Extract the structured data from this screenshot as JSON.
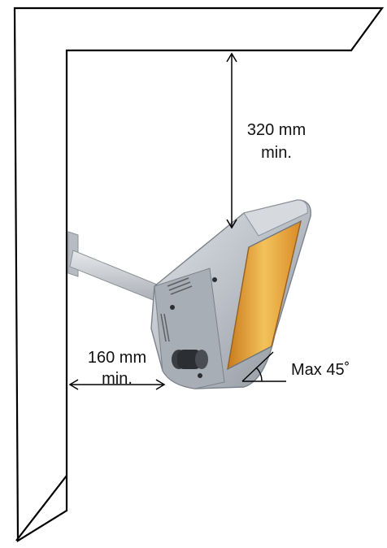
{
  "labels": {
    "top_clearance_value": "320 mm",
    "top_clearance_unit": "min.",
    "side_clearance_value": "160 mm",
    "side_clearance_unit": "min.",
    "tilt_limit": "Max 45˚"
  },
  "colors": {
    "wall_outline": "#000000",
    "heater_body": "#b9bfc6",
    "heater_dark": "#6f757c",
    "heating_element": "#e8a23a",
    "bracket": "#c9cdd2"
  }
}
